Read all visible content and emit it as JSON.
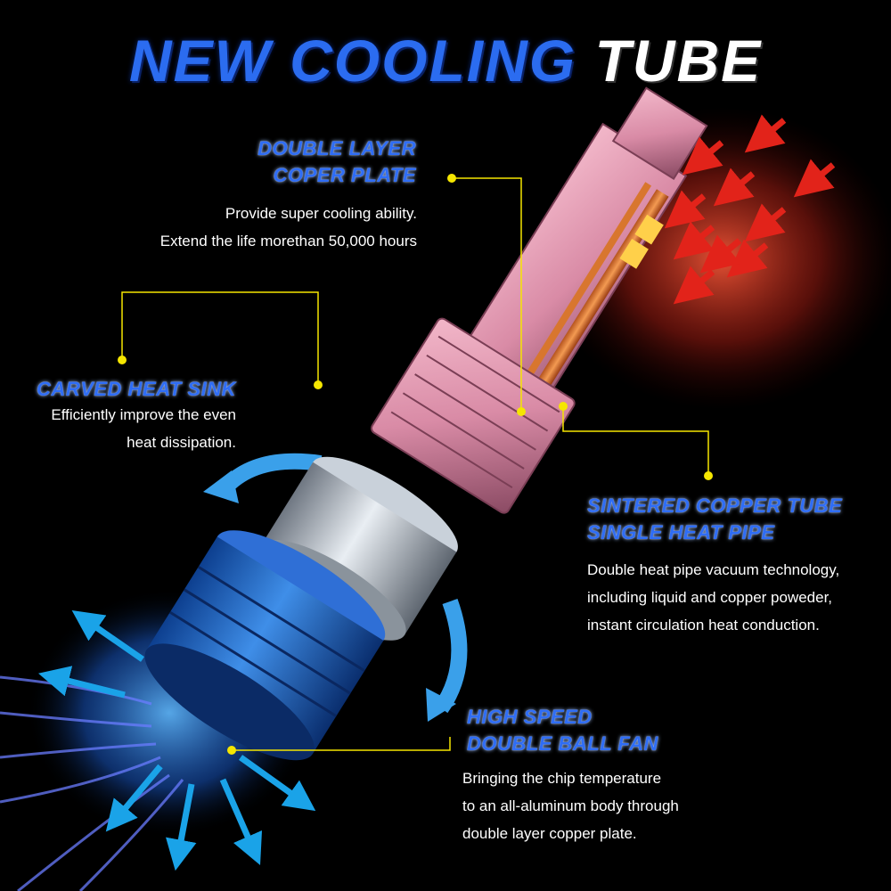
{
  "title": {
    "part1": "NEW COOLING",
    "part2": "TUBE"
  },
  "callouts": {
    "copper_plate": {
      "heading": [
        "DOUBLE LAYER",
        "COPER PLATE"
      ],
      "lines": [
        "Provide super cooling ability.",
        "Extend the life morethan 50,000 hours"
      ]
    },
    "heat_sink": {
      "heading": [
        "CARVED HEAT SINK"
      ],
      "lines": [
        "Efficiently improve the even",
        "heat dissipation."
      ]
    },
    "copper_tube": {
      "heading": [
        "SINTERED COPPER TUBE",
        "SINGLE HEAT PIPE"
      ],
      "lines": [
        "Double heat pipe vacuum technology,",
        "including liquid and copper poweder,",
        "instant circulation heat conduction."
      ]
    },
    "fan": {
      "heading": [
        "HIGH SPEED",
        "DOUBLE BALL FAN"
      ],
      "lines": [
        "Bringing the chip temperature",
        "to an all-aluminum body through",
        "double layer copper plate."
      ]
    }
  },
  "colors": {
    "background": "#000000",
    "title_blue": "#2b6cf0",
    "heading_blue": "#2f6df5",
    "leader_yellow": "#f5e600",
    "heat_red": "#e2231a",
    "airflow_blue": "#1aa3e8",
    "body_pink": "#d98ba6",
    "fan_blue": "#1e5fc0"
  }
}
